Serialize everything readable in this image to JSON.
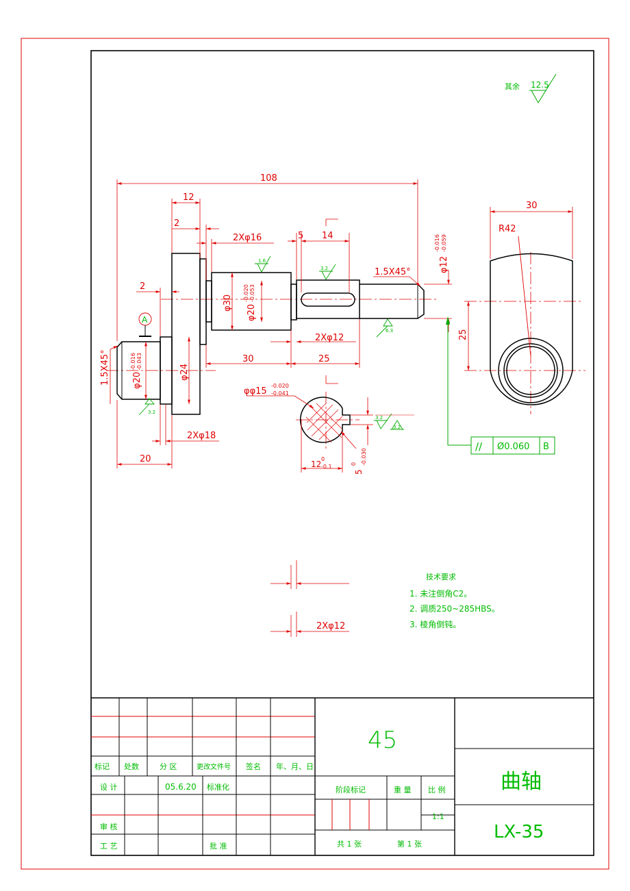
{
  "roughness": {
    "label": "其余",
    "value": "12.5"
  },
  "dims": {
    "d108": "108",
    "d12": "12",
    "d2a": "2",
    "d2b": "2",
    "d2x16": "2Xφ16",
    "d5": "5",
    "d14": "14",
    "chamfer_top": "1.5X45°",
    "phi12_upper": "-0.016",
    "phi12_lower": "-0.059",
    "phi12_base": "φ12",
    "d30a": "30",
    "r42": "R42",
    "d25_side": "25",
    "phi30": "φ30",
    "phi20b_base": "φ20",
    "phi20b_upper": "-0.020",
    "phi20b_lower": "-0.053",
    "d2x12a": "2Xφ12",
    "d30b": "30",
    "d25b": "25",
    "phi20a_base": "φ20",
    "phi20a_upper": "-0.016",
    "phi20a_lower": "-0.043",
    "chamfer_left": "1.5X45°",
    "phi24": "φ24",
    "d2x18": "2Xφ18",
    "d20": "20",
    "phi15_base": "φφ15",
    "phi15_upper": "-0.020",
    "phi15_lower": "-0.041",
    "d12sec_base": "12",
    "d12sec_upper": "0",
    "d12sec_lower": "-0.1",
    "d5sec_base": "5",
    "d5sec_upper": "0",
    "d5sec_lower": "-0.030",
    "d2x12b": "2Xφ12"
  },
  "surface_marks": {
    "r16": "1.6",
    "r32a": "3.2",
    "r63": "6.3",
    "r32b": "3.2",
    "r32c": "3.2",
    "r32d": "3.2"
  },
  "datum_a": "A",
  "tolerance": {
    "symbol": "//",
    "value": "Ø0.060",
    "datum": "B"
  },
  "tech_req": {
    "title": "技术要求",
    "items": [
      "1. 未注倒角C2。",
      "2. 调质250~285HBS。",
      "3. 棱角倒钝。"
    ]
  },
  "title_block": {
    "material": "45",
    "part_name": "曲轴",
    "drawing_no": "LX-35",
    "rev_headers": [
      "标记",
      "处数",
      "分 区",
      "更改文件号",
      "签名",
      "年、月、日"
    ],
    "design": "设 计",
    "date": "05.6.20",
    "standardize": "标准化",
    "stage_mark": "阶段标记",
    "weight": "重 量",
    "scale": "比 例",
    "scale_value": "1:1",
    "review": "审 核",
    "process": "工 艺",
    "approve": "批 准",
    "sheets": "共 1 张",
    "sheet_no": "第 1 张"
  },
  "colors": {
    "outline": "#000000",
    "dimension": "#e00000",
    "annotation": "#00aa00",
    "frame": "#e00000"
  }
}
